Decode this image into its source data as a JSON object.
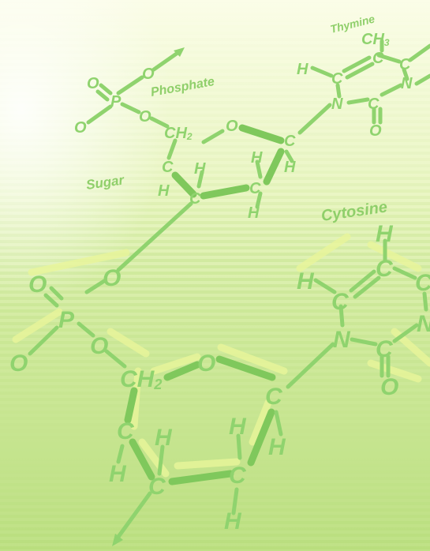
{
  "labels": {
    "phosphate": "Phosphate",
    "sugar": "Sugar",
    "thymine": "Thymine",
    "cytosine": "Cytosine"
  },
  "atoms": {
    "o": "O",
    "p": "P",
    "c": "C",
    "h": "H",
    "n": "N",
    "ch2": "CH",
    "ch3": "CH",
    "sub2": "2",
    "sub3": "3"
  },
  "colors": {
    "background_top": "#fbfde8",
    "background_bottom": "#b9de7e",
    "stripe": "#c4e48e",
    "molecule": "#8fd36e",
    "highlight": "#e8f59a"
  }
}
